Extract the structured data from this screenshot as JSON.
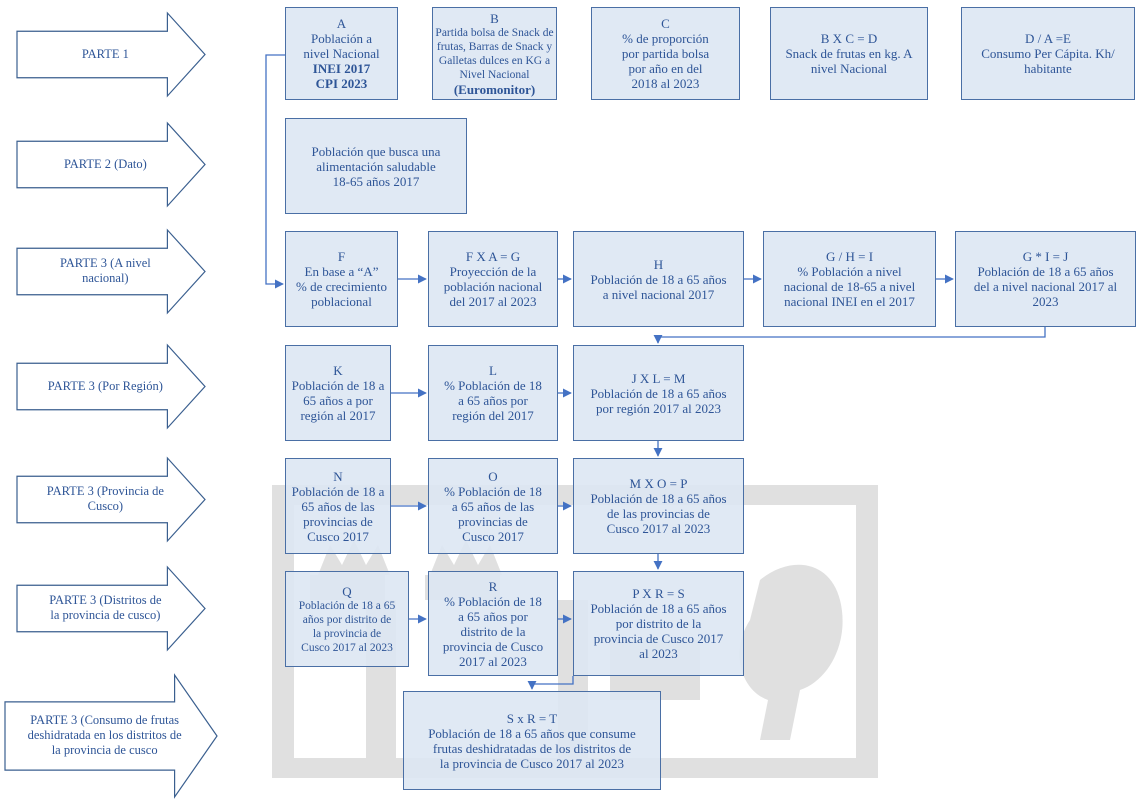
{
  "parts": [
    [
      "PARTE 1"
    ],
    [
      "PARTE 2 (Dato)"
    ],
    [
      "PARTE 3 (A nivel",
      "nacional)"
    ],
    [
      "PARTE 3 (Por Región)"
    ],
    [
      "PARTE 3 (Provincia de",
      "Cusco)"
    ],
    [
      "PARTE 3 (Distritos de",
      "la provincia de cusco)"
    ],
    [
      "PARTE 3 (Consumo de frutas",
      "deshidratada en los distritos de",
      "la provincia de cusco"
    ]
  ],
  "boxes": [
    {
      "id": "A",
      "lines": [
        "A",
        "Población a",
        "nivel Nacional"
      ],
      "bold": [
        "INEI 2017",
        "CPI 2023"
      ]
    },
    {
      "id": "B",
      "lines": [
        "B"
      ],
      "small": [
        "Partida bolsa de Snack de",
        "frutas, Barras de Snack y",
        "Galletas dulces en KG a",
        "Nivel Nacional"
      ],
      "bold": [
        "(Euromonitor)"
      ]
    },
    {
      "id": "C",
      "lines": [
        "C",
        "% de proporción",
        "por partida bolsa",
        "por año en del",
        "2018 al 2023"
      ]
    },
    {
      "id": "D",
      "lines": [
        "B X C = D",
        "Snack de frutas en kg. A",
        "nivel Nacional"
      ]
    },
    {
      "id": "E",
      "lines": [
        "D / A =E",
        "Consumo Per Cápita. Kh/",
        "habitante"
      ]
    },
    {
      "id": "P2",
      "lines": [
        "Población que busca una",
        "alimentación saludable",
        "18-65 años 2017"
      ]
    },
    {
      "id": "F",
      "lines": [
        "F",
        "En base a “A”",
        "% de crecimiento",
        "poblacional"
      ]
    },
    {
      "id": "G",
      "lines": [
        "F X A = G",
        "Proyección de la",
        "población nacional",
        "del 2017 al 2023"
      ]
    },
    {
      "id": "H",
      "lines": [
        "H",
        "Población de 18 a 65 años",
        "a nivel nacional 2017"
      ]
    },
    {
      "id": "I",
      "lines": [
        "G / H = I",
        "% Población a nivel",
        "nacional de 18-65 a nivel",
        "nacional INEI en el 2017"
      ]
    },
    {
      "id": "J",
      "lines": [
        "G * I = J",
        "Población de 18 a 65 años",
        "del a nivel nacional 2017 al",
        "2023"
      ]
    },
    {
      "id": "K",
      "lines": [
        "K",
        "Población de 18 a",
        "65 años a por",
        "región al 2017"
      ]
    },
    {
      "id": "L",
      "lines": [
        "L",
        "% Población de 18",
        "a 65 años  por",
        "región del 2017"
      ]
    },
    {
      "id": "M",
      "lines": [
        "J X L = M",
        "Población de 18 a 65 años",
        "por región 2017 al 2023"
      ]
    },
    {
      "id": "N",
      "lines": [
        "N",
        "Población de 18 a",
        "65 años de las",
        "provincias de",
        "Cusco  2017"
      ]
    },
    {
      "id": "O",
      "lines": [
        "O",
        "% Población de 18",
        "a 65 años de las",
        "provincias de",
        "Cusco  2017"
      ]
    },
    {
      "id": "P",
      "lines": [
        "M X O = P",
        "Población de 18 a 65 años",
        "de las provincias de",
        "Cusco 2017 al 2023"
      ]
    },
    {
      "id": "Q",
      "lines": [
        "Q"
      ],
      "small": [
        "Población de 18 a 65",
        "años por distrito de",
        "la provincia de",
        "Cusco 2017 al 2023"
      ]
    },
    {
      "id": "R",
      "lines": [
        "R",
        "% Población de 18",
        "a 65 años por",
        "distrito de la",
        "provincia de Cusco",
        "2017 al 2023"
      ]
    },
    {
      "id": "S",
      "lines": [
        "P X R = S",
        "Población de 18 a 65 años",
        "por distrito de la",
        "provincia de Cusco 2017",
        "al 2023"
      ]
    },
    {
      "id": "T",
      "lines": [
        "S x R = T",
        "Población de 18 a 65 años que consume",
        "frutas deshidratadas de los distritos de",
        "la provincia de Cusco 2017 al 2023"
      ]
    }
  ],
  "colors": {
    "box_border": "#4a6fa5",
    "box_fill": "#dce6f2",
    "text": "#2e5597",
    "connector": "#4472c4",
    "arrow_outline": "#3a5f8f",
    "watermark": "#d6d6d6"
  }
}
